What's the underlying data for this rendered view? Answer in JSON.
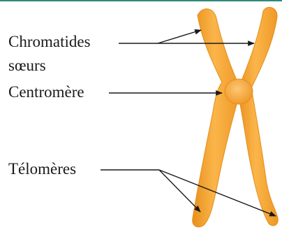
{
  "labels": {
    "chromatides": "Chromatides",
    "soeurs": "sœurs",
    "centromere": "Centromère",
    "telomeres": "Télomères"
  },
  "colors": {
    "chromosome_fill": "#f7a531",
    "chromosome_highlight": "#fcc470",
    "chromosome_shadow": "#e38a17",
    "centromere_fill": "#f9b043",
    "leader_line": "#1a1a1a",
    "frame_rule": "#2f8a7a"
  }
}
